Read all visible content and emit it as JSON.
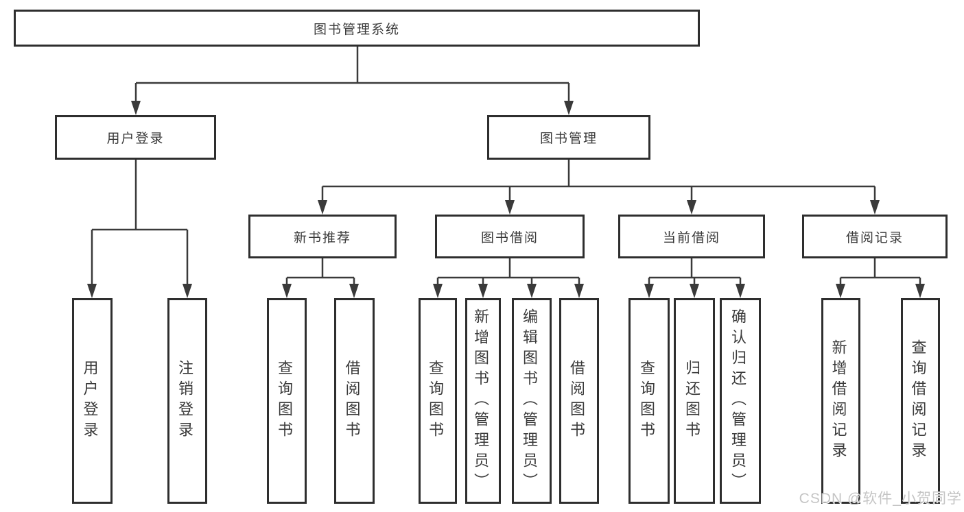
{
  "diagram": {
    "type": "tree",
    "root": {
      "label": "图书管理系统",
      "children": [
        {
          "label": "用户登录",
          "children": [
            {
              "label": "用户登录"
            },
            {
              "label": "注销登录"
            }
          ]
        },
        {
          "label": "图书管理",
          "children": [
            {
              "label": "新书推荐",
              "children": [
                {
                  "label": "查询图书"
                },
                {
                  "label": "借阅图书"
                }
              ]
            },
            {
              "label": "图书借阅",
              "children": [
                {
                  "label": "查询图书"
                },
                {
                  "label": "新增图书（管理员）"
                },
                {
                  "label": "编辑图书（管理员）"
                },
                {
                  "label": "借阅图书"
                }
              ]
            },
            {
              "label": "当前借阅",
              "children": [
                {
                  "label": "查询图书"
                },
                {
                  "label": "归还图书"
                },
                {
                  "label": "确认归还（管理员）"
                }
              ]
            },
            {
              "label": "借阅记录",
              "children": [
                {
                  "label": "新增借阅记录"
                },
                {
                  "label": "查询借阅记录"
                }
              ]
            }
          ]
        }
      ]
    }
  },
  "watermark": {
    "text": "CSDN @软件_小贺同学"
  },
  "colors": {
    "line": "#3a3a3a",
    "border": "#2e2e2e",
    "text": "#3a3a3a",
    "background": "#ffffff",
    "watermark": "#c5c5c5"
  }
}
